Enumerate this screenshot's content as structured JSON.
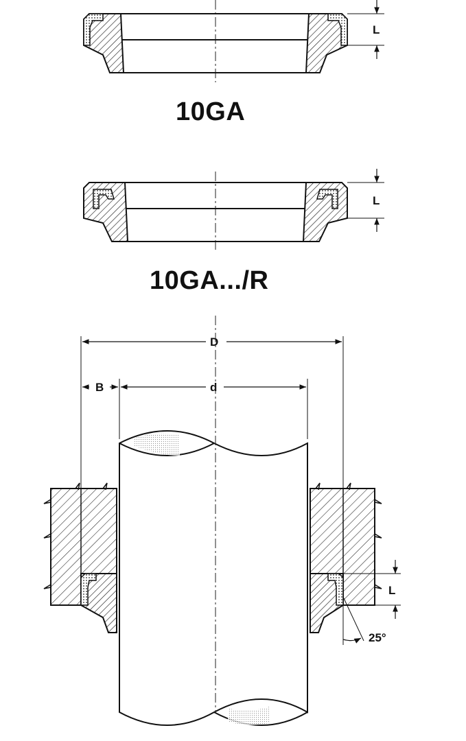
{
  "top_drawing": {
    "title": "10GA",
    "dim_L": "L"
  },
  "middle_drawing": {
    "title": "10GA.../R",
    "dim_L": "L"
  },
  "install_drawing": {
    "dim_D": "D",
    "dim_B": "B",
    "dim_d": "d",
    "dim_L": "L",
    "angle": "25°"
  }
}
